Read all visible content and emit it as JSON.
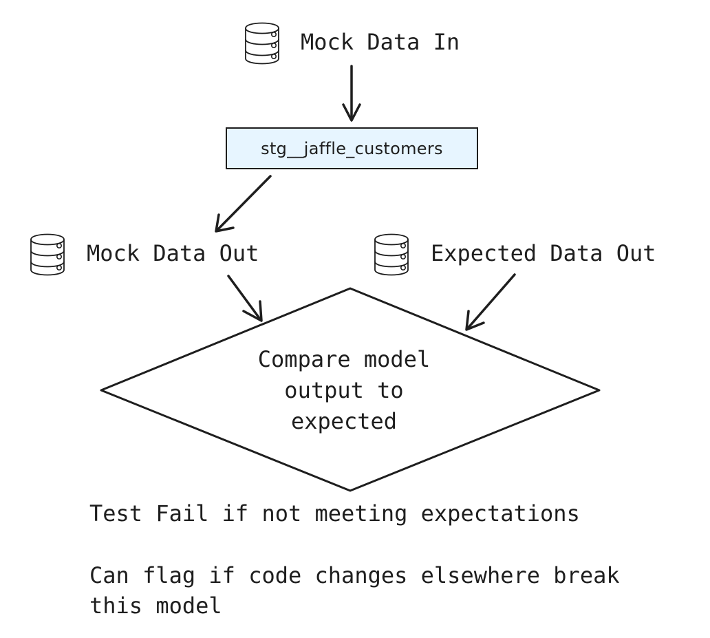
{
  "diagram": {
    "source": {
      "label": "Mock Data In",
      "icon": "database-icon"
    },
    "model": {
      "label": "stg__jaffle_customers",
      "fill": "#e7f5ff",
      "stroke": "#1e1e1e"
    },
    "mock_out": {
      "label": "Mock Data Out",
      "icon": "database-icon"
    },
    "expected_out": {
      "label": "Expected Data Out",
      "icon": "database-icon"
    },
    "decision": {
      "lines": [
        "Compare model",
        "output to",
        "expected"
      ]
    },
    "notes": {
      "fail": "Test Fail if not meeting expectations",
      "flag_line1": "Can flag if code changes elsewhere break",
      "flag_line2": "this model"
    }
  }
}
